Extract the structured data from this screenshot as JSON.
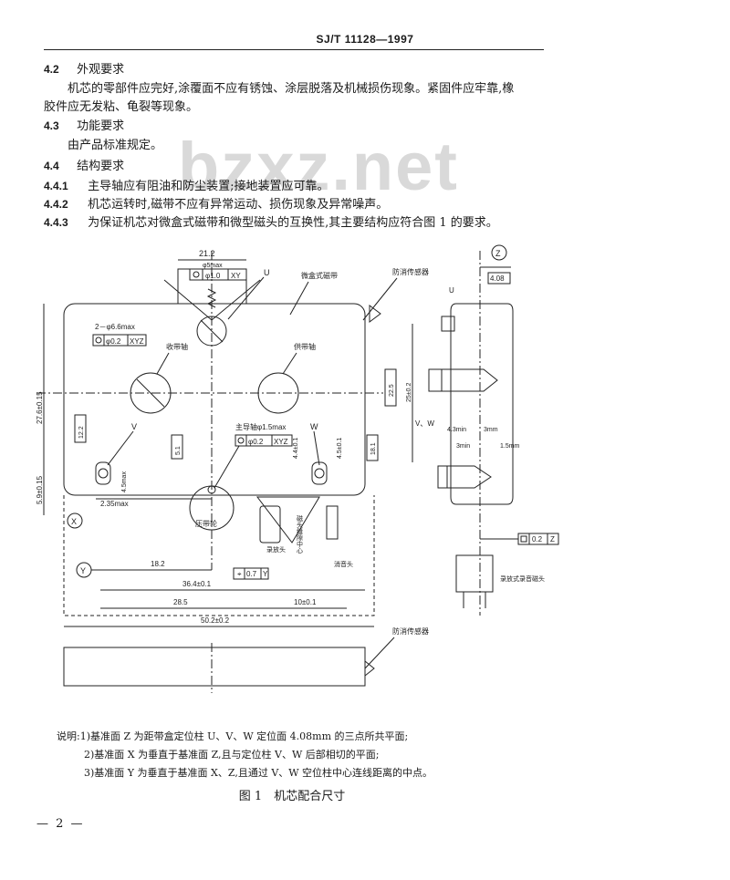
{
  "header": {
    "std_code": "SJ/T 11128—1997"
  },
  "watermark": "bzxz.net",
  "sections": {
    "s42": {
      "num": "4.2",
      "title": "外观要求",
      "line1": "机芯的零部件应完好,涂覆面不应有锈蚀、涂层脱落及机械损伤现象。紧固件应牢靠,橡",
      "line2": "胶件应无发粘、龟裂等现象。"
    },
    "s43": {
      "num": "4.3",
      "title": "功能要求",
      "line1": "由产品标准规定。"
    },
    "s44": {
      "num": "4.4",
      "title": "结构要求"
    },
    "s441": {
      "num": "4.4.1",
      "text": "主导轴应有阻油和防尘装置;接地装置应可靠。"
    },
    "s442": {
      "num": "4.4.2",
      "text": "机芯运转时,磁带不应有异常运动、损伤现象及异常噪声。"
    },
    "s443": {
      "num": "4.4.3",
      "text": "为保证机芯对微盒式磁带和微型磁头的互换性,其主要结构应符合图 1 的要求。"
    }
  },
  "figure": {
    "labels": {
      "cassette": "微盒式磁带",
      "sensor": "防消传感器",
      "takeup_shaft": "收带轴",
      "supply_shaft": "供带轴",
      "capstan": "主导轴φ1.5max",
      "pinch_roller": "压带轮",
      "rec_head": "录放头",
      "erase_head": "消音头",
      "head_center": "磁头缝隙中心",
      "rec_head_side": "录放式录音磁头",
      "sensor_bottom": "防消传感器",
      "U": "U",
      "V": "V",
      "W": "W",
      "VW": "V、W",
      "X": "X",
      "Y": "Y",
      "Z": "Z"
    },
    "dims": {
      "d21_2": "21.2",
      "phi5": "φ5max",
      "phi6": "2－φ6.6max",
      "d27_6": "27.6±0.15",
      "d5_9": "5.9±0.15",
      "d12_2": "12.2",
      "d4_5": "4.5max",
      "d2_35": "2.35max",
      "d5_1": "5.1",
      "d4_4": "4.4±0.1",
      "d4_5b": "4.5±0.1",
      "d22_5": "22.5",
      "d25": "25±0.2",
      "d18_1": "18.1",
      "d18_2": "18.2",
      "d36_4": "36.4±0.1",
      "d28_5": "28.5",
      "d10": "10±0.1",
      "d50_2": "50.2±0.2",
      "d4_08": "4.08",
      "d4_3": "4.3min",
      "d3min": "3min",
      "d3mm": "3mm",
      "d1_5": "1.5mm"
    },
    "tolerances": {
      "t1": {
        "val": "φ1.0",
        "ref": "XY"
      },
      "t2": {
        "val": "φ0.2",
        "ref": "XYZ"
      },
      "t3": {
        "val": "φ0.2",
        "ref": "XYZ"
      },
      "t4": {
        "val": "0.7",
        "ref": "Y"
      },
      "t5": {
        "val": "0.2",
        "ref": "Z"
      }
    }
  },
  "notes": {
    "n1": "说明:1)基准面 Z 为距带盒定位柱 U、V、W 定位面 4.08mm 的三点所共平面;",
    "n2": "2)基准面 X 为垂直于基准面 Z,且与定位柱 V、W 后部相切的平面;",
    "n3": "3)基准面 Y 为垂直于基准面 X、Z,且通过 V、W 空位柱中心连线距离的中点。"
  },
  "caption": "图 1　机芯配合尺寸",
  "page_number": "— 2 —"
}
